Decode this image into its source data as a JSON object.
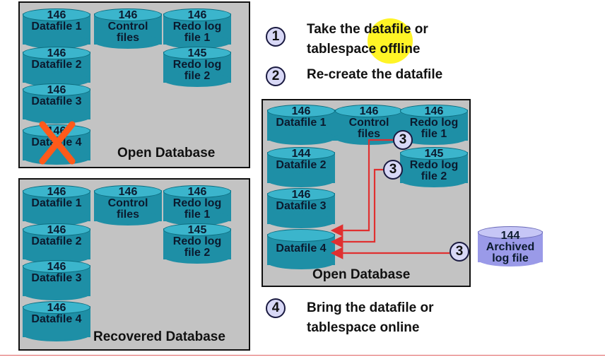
{
  "steps": [
    {
      "num": "1",
      "text": "Take the datafile or\ntablespace offline"
    },
    {
      "num": "2",
      "text": "Re-create the datafile"
    },
    {
      "num": "4",
      "text": "Bring the datafile or\ntablespace online"
    }
  ],
  "panel_top": {
    "title": "Open Database",
    "files": [
      {
        "label": "146\nDatafile 1"
      },
      {
        "label": "146\nDatafile 2"
      },
      {
        "label": "146\nDatafile 3"
      },
      {
        "label": "146\nDatafile 4"
      },
      {
        "label": "146\nControl\nfiles"
      },
      {
        "label": "146\nRedo log\nfile 1"
      },
      {
        "label": "145\nRedo log\nfile 2"
      }
    ]
  },
  "panel_bottom": {
    "title": "Recovered Database",
    "files": [
      {
        "label": "146\nDatafile 1"
      },
      {
        "label": "146\nDatafile 2"
      },
      {
        "label": "146\nDatafile 3"
      },
      {
        "label": "146\nDatafile 4"
      },
      {
        "label": "146\nControl\nfiles"
      },
      {
        "label": "146\nRedo log\nfile 1"
      },
      {
        "label": "145\nRedo log\nfile 2"
      }
    ]
  },
  "panel_right": {
    "title": "Open Database",
    "files": [
      {
        "label": "146\nDatafile 1"
      },
      {
        "label": "144\nDatafile 2"
      },
      {
        "label": "146\nDatafile 3"
      },
      {
        "label": "Datafile 4"
      },
      {
        "label": "146\nControl\nfiles"
      },
      {
        "label": "146\nRedo log\nfile 1"
      },
      {
        "label": "145\nRedo log\nfile 2"
      }
    ]
  },
  "archived": {
    "label": "144\nArchived\nlog file"
  },
  "apply_step": "3",
  "colors": {
    "cylinder": "#1e8fa6",
    "archived": "#9a9ae8",
    "arrow": "#e03030",
    "panel": "#c3c3c3",
    "failure_x": "#ff5a1a"
  }
}
